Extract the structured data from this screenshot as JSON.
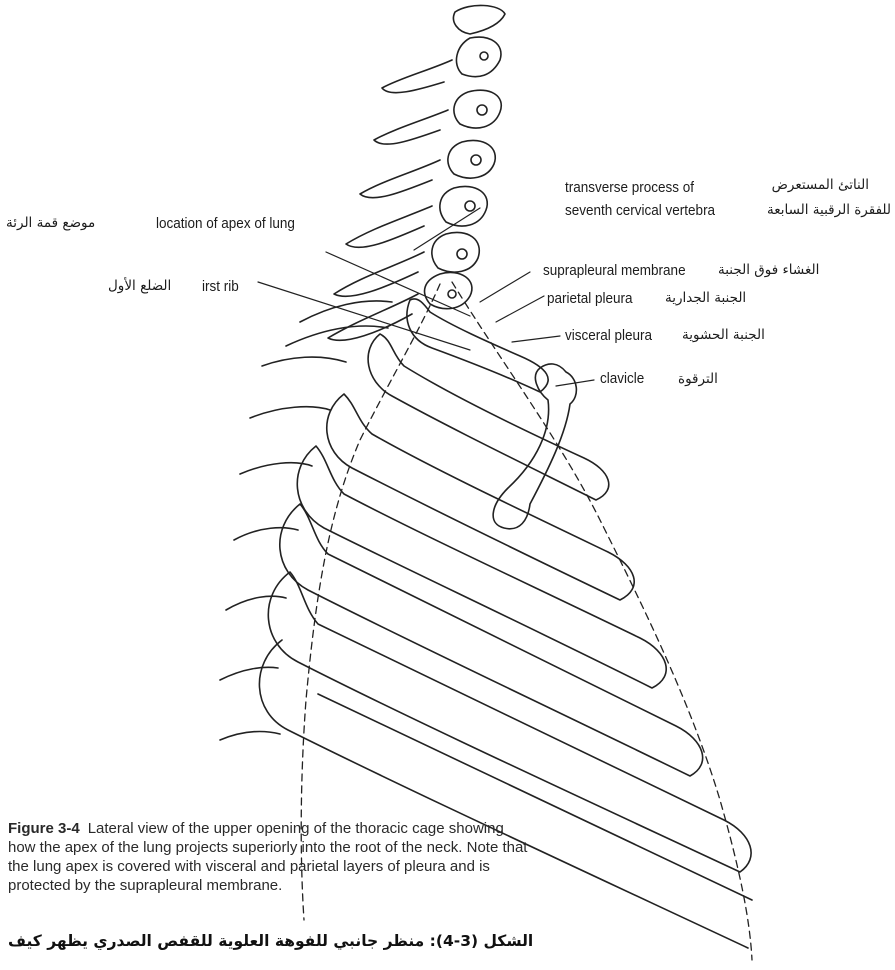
{
  "labels": {
    "transverse_process_en_1": "transverse process of",
    "transverse_process_en_2": "seventh cervical vertebra",
    "transverse_process_ar_1": "الناتئ المستعرض",
    "transverse_process_ar_2": "للفقرة الرقبية السابعة",
    "apex_en": "location of apex of lung",
    "apex_ar": "موضع قمة الرئة",
    "first_rib_en": "irst rib",
    "first_rib_ar": "الضلع الأول",
    "suprapleural_en": "suprapleural membrane",
    "suprapleural_ar": "الغشاء فوق الجنبة",
    "parietal_en": "parietal pleura",
    "parietal_ar": "الجنبة الجدارية",
    "visceral_en": "visceral pleura",
    "visceral_ar": "الجنبة الحشوية",
    "clavicle_en": "clavicle",
    "clavicle_ar": "الترقوة"
  },
  "caption": {
    "figure_number": "Figure 3-4",
    "text": "Lateral view of the upper opening of the thoracic cage showing how the apex of the lung projects superiorly into the root of the neck. Note that the lung apex is covered with visceral and parietal layers of pleura and is protected by the suprapleural membrane."
  },
  "arabic_caption": "الشكل (3-4): منظر جانبي للفوهة العلوية للقفص الصدري يظهر كيف"
}
